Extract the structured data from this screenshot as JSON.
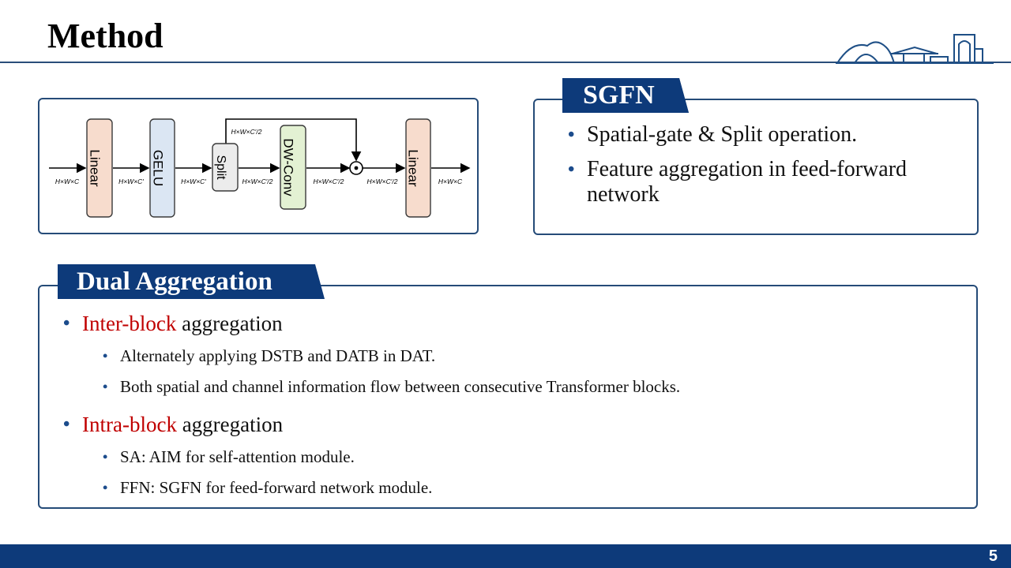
{
  "slide": {
    "title": "Method",
    "page_number": "5"
  },
  "diagram": {
    "blocks": {
      "linear1": "Linear",
      "gelu": "GELU",
      "split": "Split",
      "dwconv": "DW-Conv",
      "linear2": "Linear"
    },
    "dims": {
      "input": "H×W×C",
      "after_linear": "H×W×C′",
      "after_gelu": "H×W×C′",
      "branch_top": "H×W×C′/2",
      "after_split": "H×W×C′/2",
      "after_dwconv": "H×W×C′/2",
      "after_gate": "H×W×C′/2",
      "output": "H×W×C"
    },
    "colors": {
      "linear": "#f7dccd",
      "gelu": "#dbe6f3",
      "split": "#ececec",
      "dwconv": "#e3f1d3"
    }
  },
  "sgfn": {
    "tab_label": "SGFN",
    "bullets": [
      "Spatial-gate & Split operation.",
      "Feature aggregation in feed-forward network"
    ]
  },
  "dual": {
    "tab_label": "Dual Aggregation",
    "inter": {
      "highlight": "Inter-block",
      "rest": " aggregation",
      "subs": [
        "Alternately applying DSTB and DATB in DAT.",
        "Both spatial and channel information flow between consecutive Transformer blocks."
      ]
    },
    "intra": {
      "highlight": "Intra-block",
      "rest": " aggregation",
      "subs": [
        "SA: AIM for self-attention module.",
        "FFN: SGFN for feed-forward network module."
      ]
    }
  },
  "colors": {
    "navy": "#0d3a7a",
    "highlight_red": "#c00000"
  }
}
